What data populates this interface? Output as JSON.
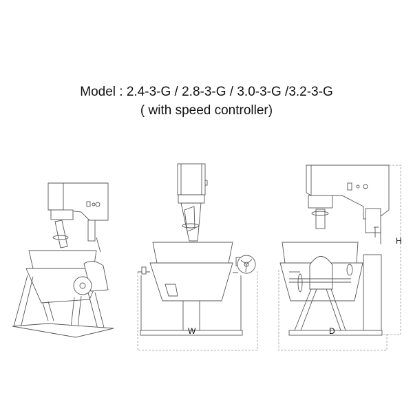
{
  "title": {
    "line1": "Model : 2.4-3-G / 2.8-3-G / 3.0-3-G /3.2-3-G",
    "line2": "( with speed controller)"
  },
  "dimensions": {
    "width_label": "W",
    "depth_label": "D",
    "height_label": "H"
  }
}
